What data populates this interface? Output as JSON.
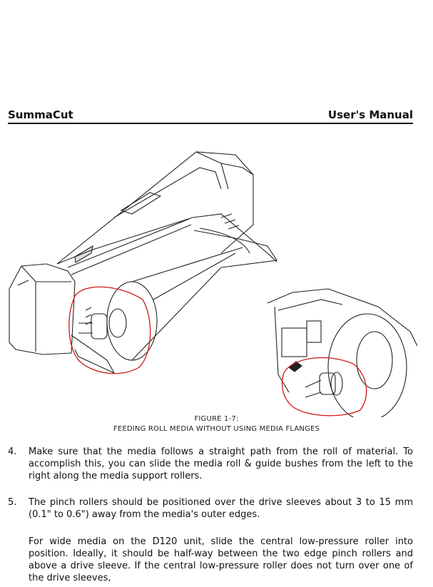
{
  "header": {
    "left": "SummaCut",
    "right": "User's Manual"
  },
  "figure": {
    "caption_line1": "FIGURE 1-7:",
    "caption_line2": "FEEDING ROLL MEDIA WITHOUT USING MEDIA FLANGES"
  },
  "steps": [
    {
      "number": "4.",
      "text": "Make sure that the media follows a straight path from the roll of material. To accomplish this, you can slide the media roll & guide bushes from the left to the right along the media support rollers."
    },
    {
      "number": "5.",
      "text": "The pinch rollers should be positioned over the drive sleeves about 3 to 15 mm (0.1\" to 0.6\") away from the media's outer edges."
    }
  ],
  "step5_extra": "For wide media on the D120 unit, slide the central low-pressure roller into position. Ideally, it should be half-way between the two edge pinch rollers and above a drive sleeve. If the central low-pressure roller does not turn over one of the drive sleeves,"
}
